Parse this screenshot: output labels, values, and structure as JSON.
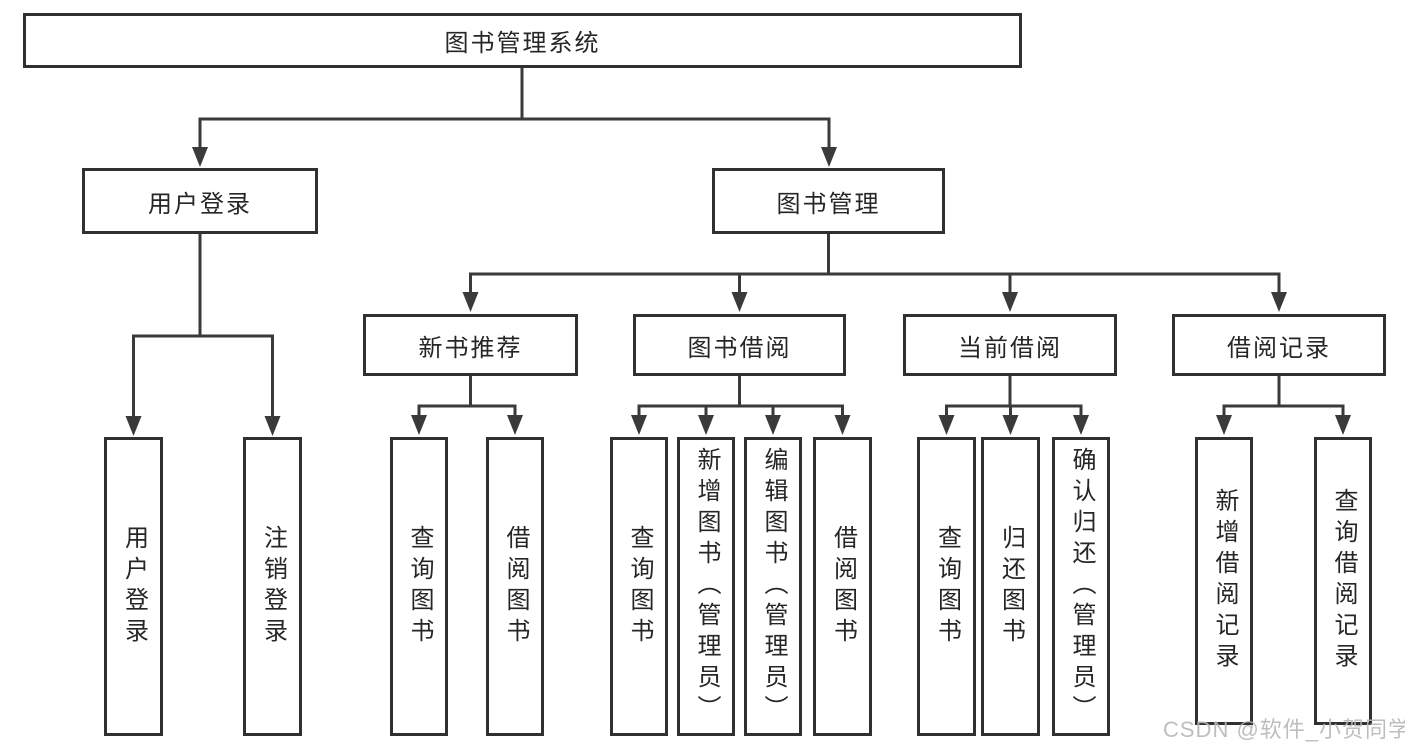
{
  "diagram": {
    "root": {
      "label": "图书管理系统"
    },
    "modules": [
      {
        "label": "用户登录",
        "leaves": [
          {
            "label": "用户登录"
          },
          {
            "label": "注销登录"
          }
        ]
      },
      {
        "label": "图书管理",
        "submodules": [
          {
            "label": "新书推荐",
            "leaves": [
              {
                "label": "查询图书"
              },
              {
                "label": "借阅图书"
              }
            ]
          },
          {
            "label": "图书借阅",
            "leaves": [
              {
                "label": "查询图书"
              },
              {
                "label": "新增图书（管理员）"
              },
              {
                "label": "编辑图书（管理员）"
              },
              {
                "label": "借阅图书"
              }
            ]
          },
          {
            "label": "当前借阅",
            "leaves": [
              {
                "label": "查询图书"
              },
              {
                "label": "归还图书"
              },
              {
                "label": "确认归还（管理员）"
              }
            ]
          },
          {
            "label": "借阅记录",
            "leaves": [
              {
                "label": "新增借阅记录"
              },
              {
                "label": "查询借阅记录"
              }
            ]
          }
        ]
      }
    ]
  },
  "watermark": {
    "text": "CSDN @软件_小贺同学",
    "color": "#b8b8b8"
  },
  "colors": {
    "background": "#ffffff",
    "node_border": "#303030",
    "connector": "#3a3a3a",
    "text": "#262626"
  }
}
